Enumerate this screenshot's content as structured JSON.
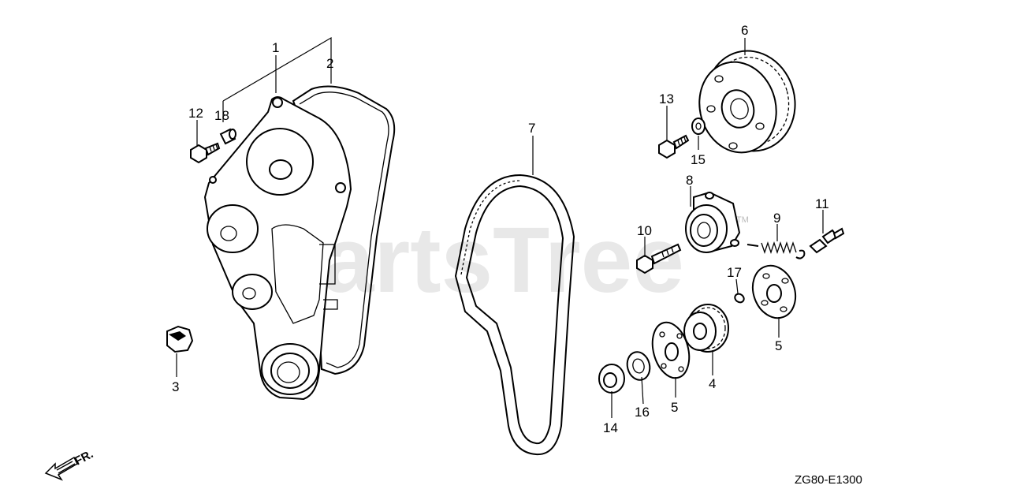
{
  "watermark": {
    "text": "PartsTree",
    "tm": "TM"
  },
  "diagram_code": "ZG80-E1300",
  "direction": {
    "text": "FR."
  },
  "callouts": [
    {
      "id": "c1",
      "text": "1"
    },
    {
      "id": "c2",
      "text": "2"
    },
    {
      "id": "c3",
      "text": "3"
    },
    {
      "id": "c4",
      "text": "4"
    },
    {
      "id": "c5a",
      "text": "5"
    },
    {
      "id": "c5b",
      "text": "5"
    },
    {
      "id": "c6",
      "text": "6"
    },
    {
      "id": "c7",
      "text": "7"
    },
    {
      "id": "c8",
      "text": "8"
    },
    {
      "id": "c9",
      "text": "9"
    },
    {
      "id": "c10",
      "text": "10"
    },
    {
      "id": "c11",
      "text": "11"
    },
    {
      "id": "c12",
      "text": "12"
    },
    {
      "id": "c13",
      "text": "13"
    },
    {
      "id": "c14",
      "text": "14"
    },
    {
      "id": "c15",
      "text": "15"
    },
    {
      "id": "c16",
      "text": "16"
    },
    {
      "id": "c17",
      "text": "17"
    },
    {
      "id": "c18",
      "text": "18"
    }
  ]
}
